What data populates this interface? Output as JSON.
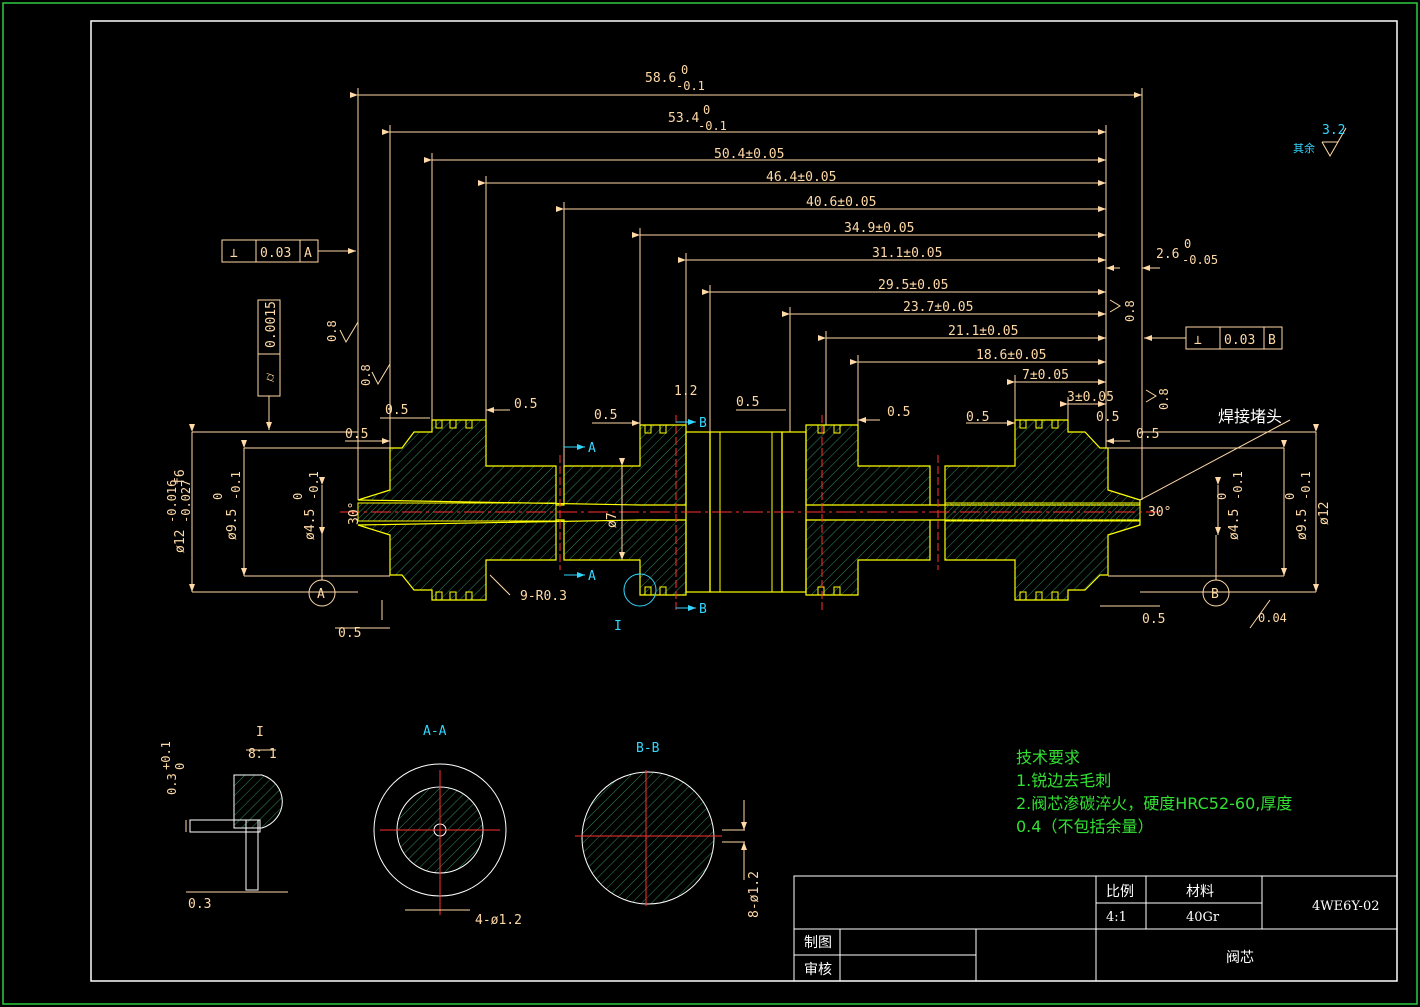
{
  "dimensions": {
    "d58_6": "58.6",
    "d58_6_up": "0",
    "d58_6_lo": "-0.1",
    "d53_4": "53.4",
    "d53_4_up": "0",
    "d53_4_lo": "-0.1",
    "d50_4": "50.4±0.05",
    "d46_4": "46.4±0.05",
    "d40_6": "40.6±0.05",
    "d34_9": "34.9±0.05",
    "d31_1": "31.1±0.05",
    "d29_5": "29.5±0.05",
    "d23_7": "23.7±0.05",
    "d21_1": "21.1±0.05",
    "d18_6": "18.6±0.05",
    "d7": "7±0.05",
    "d3": "3±0.05",
    "d2_6": "2.6",
    "d2_6_up": "0",
    "d2_6_lo": "-0.05",
    "d1_2": "1.2",
    "d0_5": "0.5",
    "r9": "9-R0.3",
    "phi12": "ø12",
    "phi12_up": "-0.016",
    "phi12_lo": "-0.027",
    "phi12_fit": "f6",
    "phi9_5": "ø9.5",
    "phi9_5_up": "0",
    "phi9_5_lo": "-0.1",
    "phi4_5": "ø4.5",
    "phi4_5_up": "0",
    "phi4_5_lo": "-0.1",
    "phi7": "ø7",
    "ang30": "30°",
    "run004": "0.04",
    "rough08": "0.8",
    "rough32": "3.2",
    "other": "其余",
    "weld": "焊接堵头"
  },
  "tolerances": {
    "perp_a_sym": "⊥",
    "perp_a_val": "0.03",
    "perp_a_ref": "A",
    "perp_b_sym": "⊥",
    "perp_b_val": "0.03",
    "perp_b_ref": "B",
    "cyl_val": "0.0015"
  },
  "datums": {
    "a": "A",
    "b": "B",
    "i": "I"
  },
  "sections": {
    "detail_title": "I",
    "detail_scale": "8：1",
    "detail_h": "0.3",
    "detail_h_up": "+0.1",
    "detail_h_lo": "0",
    "detail_w": "0.3",
    "aa_title": "A-A",
    "aa_holes": "4-ø1.2",
    "bb_title": "B-B",
    "bb_holes": "8-ø1.2"
  },
  "tech_requirements": {
    "title": "技术要求",
    "item1": "1.锐边去毛刺",
    "item2": "2.阀芯渗碳淬火，硬度HRC52-60,厚度",
    "item3": "0.4（不包括余量）"
  },
  "title_block": {
    "scale_label": "比例",
    "scale_value": "4:1",
    "material_label": "材料",
    "material_value": "40Gr",
    "drawing_no": "4WE6Y-02",
    "part_name": "阀芯",
    "drawn_label": "制图",
    "checked_label": "审核"
  },
  "colors": {
    "outline": "#ffff00",
    "dim": "#ffd9a6",
    "hatch": "#2e8b57",
    "center": "#ff3030",
    "cyan": "#33d6ff",
    "text_green": "#33e033"
  }
}
